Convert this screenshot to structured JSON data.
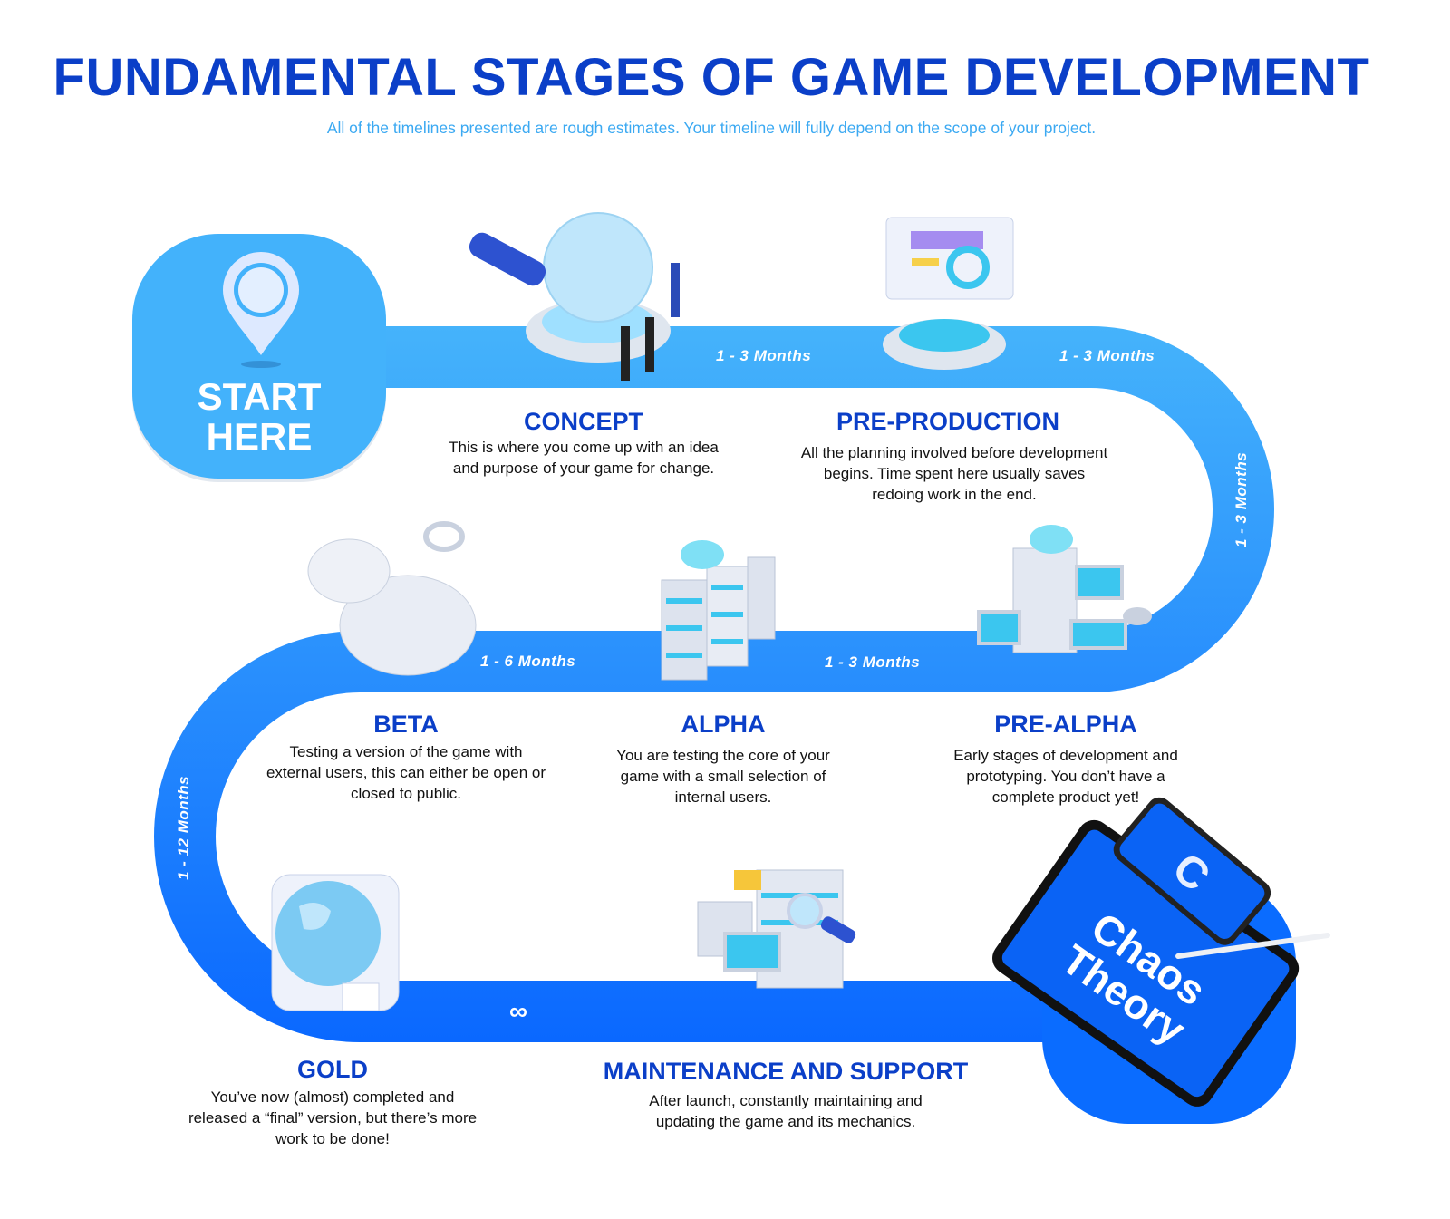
{
  "header": {
    "title": "FUNDAMENTAL STAGES OF GAME DEVELOPMENT",
    "subtitle": "All of the timelines presented are rough estimates. Your timeline will fully depend on the scope of your project."
  },
  "start": {
    "line1": "START",
    "line2": "HERE",
    "icon": "map-pin-icon"
  },
  "stages": [
    {
      "title": "CONCEPT",
      "desc": "This is where you come up with an idea and purpose of your game for change."
    },
    {
      "title": "PRE-PRODUCTION",
      "desc": "All the planning involved before development begins. Time spent here usually saves redoing work in the end."
    },
    {
      "title": "PRE-ALPHA",
      "desc": "Early stages of development and prototyping. You don’t have a complete product yet!"
    },
    {
      "title": "ALPHA",
      "desc": "You are testing the core of your game with a small selection of internal users."
    },
    {
      "title": "BETA",
      "desc": "Testing a version of the game with external users, this can either be open or closed to public."
    },
    {
      "title": "GOLD",
      "desc": "You’ve now (almost) completed and released a “final” version, but there’s more work to be done!"
    },
    {
      "title": "MAINTENANCE AND SUPPORT",
      "desc": "After launch, constantly maintaining and updating the game and its mechanics."
    }
  ],
  "durations": [
    "1 - 3 Months",
    "1 - 3 Months",
    "1 - 3 Months",
    "1 - 3 Months",
    "1 - 6 Months",
    "1 - 12 Months",
    "∞"
  ],
  "logo": {
    "text": "Chaos Theory",
    "letter": "C"
  },
  "colors": {
    "title": "#0b3fc8",
    "subtitle": "#3ba9f2",
    "path_light": "#45b3fb",
    "path_dark": "#0a6cff"
  }
}
